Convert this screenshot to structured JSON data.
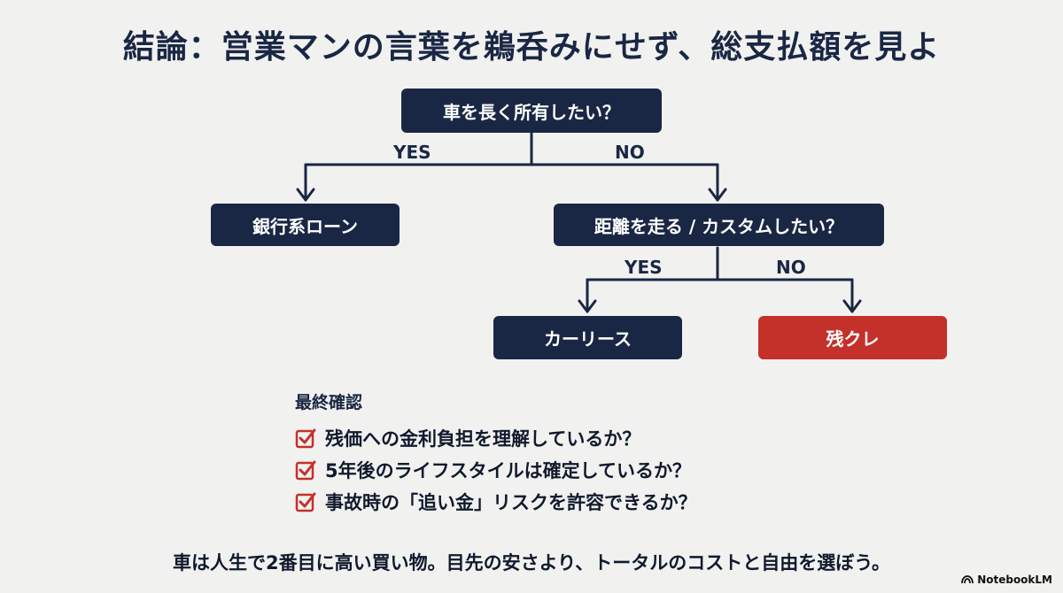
{
  "title": "結論：営業マンの言葉を鵜呑みにせず、総支払額を見よ",
  "flowchart": {
    "root": "車を長く所有したい？",
    "yes_label_1": "YES",
    "no_label_1": "NO",
    "loan": "銀行系ローン",
    "question2": "距離を走る / カスタムしたい？",
    "yes_label_2": "YES",
    "no_label_2": "NO",
    "lease": "カーリース",
    "zankure": "残クレ"
  },
  "checklist": {
    "heading": "最終確認",
    "items": [
      "残価への金利負担を理解しているか？",
      "5年後のライフスタイルは確定しているか？",
      "事故時の「追い金」リスクを許容できるか？"
    ]
  },
  "footer": "車は人生で2番目に高い買い物。目先の安さより、トータルのコストと自由を選ぼう。",
  "brand": "NotebookLM",
  "colors": {
    "navy": "#1a2744",
    "red": "#c3312a",
    "background": "#f1f1f0"
  }
}
